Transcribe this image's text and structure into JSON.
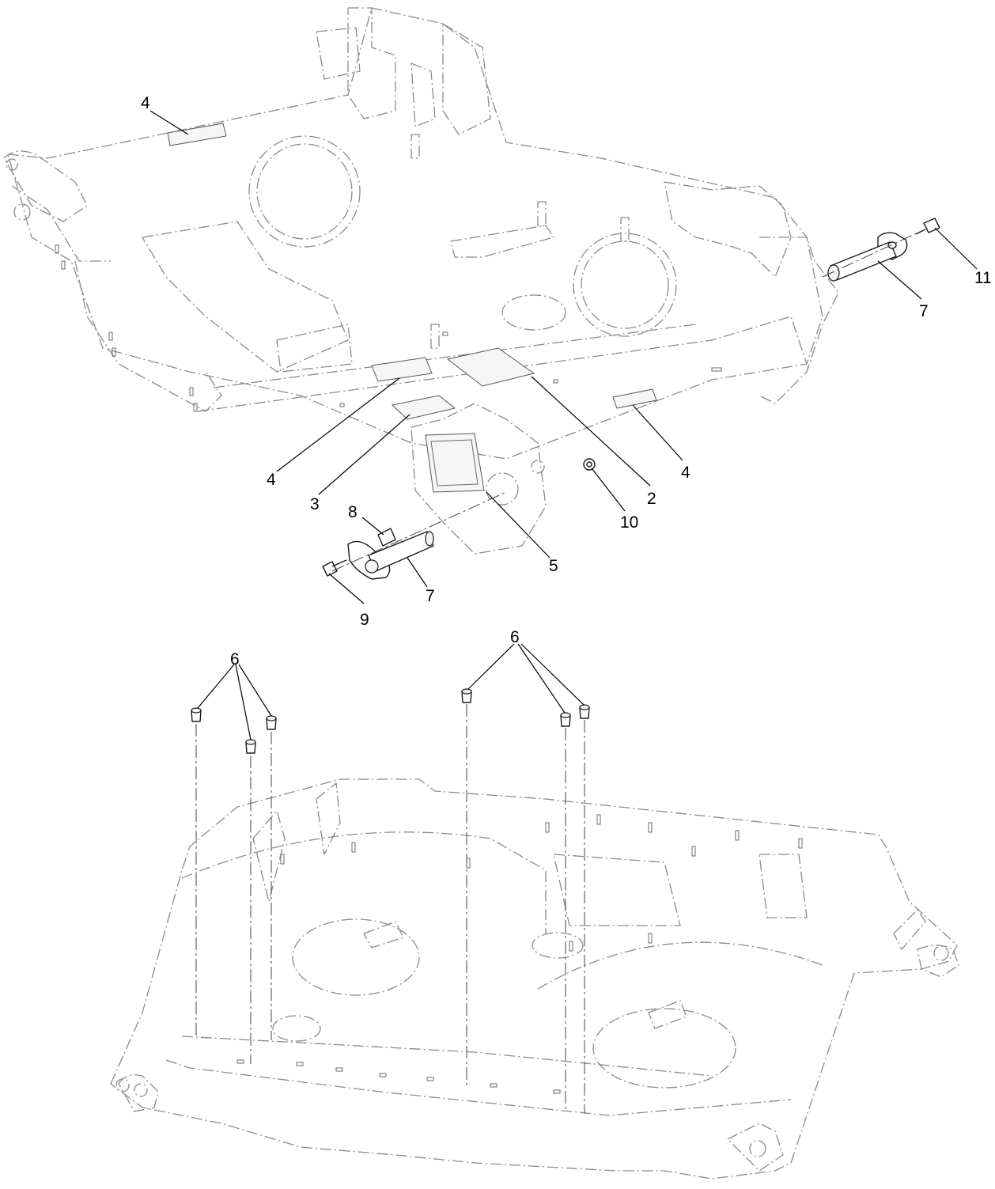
{
  "callouts": {
    "c4_top": "4",
    "c11": "11",
    "c7_right": "7",
    "c4_mid": "4",
    "c3": "3",
    "c8": "8",
    "c9": "9",
    "c7_left": "7",
    "c5": "5",
    "c10": "10",
    "c2": "2",
    "c4_right": "4",
    "c6_left": "6",
    "c6_right": "6"
  }
}
